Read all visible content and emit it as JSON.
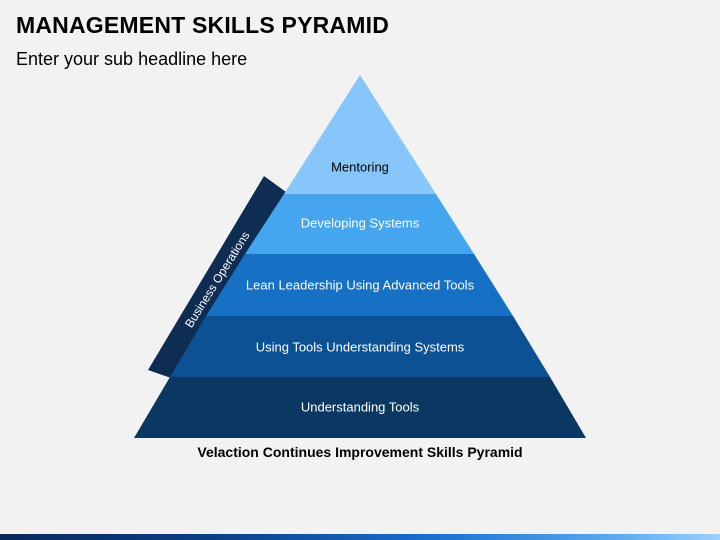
{
  "header": {
    "title": "MANAGEMENT SKILLS PYRAMID",
    "subtitle": "Enter your sub headline here"
  },
  "side_band": {
    "label": "Business Operations",
    "color": "#0f2d52"
  },
  "pyramid": {
    "levels": [
      {
        "label": "Mentoring",
        "color": "#86c6fa",
        "text_color": "#000000"
      },
      {
        "label": "Developing Systems",
        "color": "#45a6ef",
        "text_color": "#ffffff"
      },
      {
        "label": "Lean Leadership Using Advanced Tools",
        "color": "#1670c4",
        "text_color": "#ffffff"
      },
      {
        "label": "Using Tools Understanding Systems",
        "color": "#0c5193",
        "text_color": "#ffffff"
      },
      {
        "label": "Understanding Tools",
        "color": "#0b3862",
        "text_color": "#ffffff"
      }
    ]
  },
  "caption": "Velaction Continues Improvement Skills Pyramid"
}
